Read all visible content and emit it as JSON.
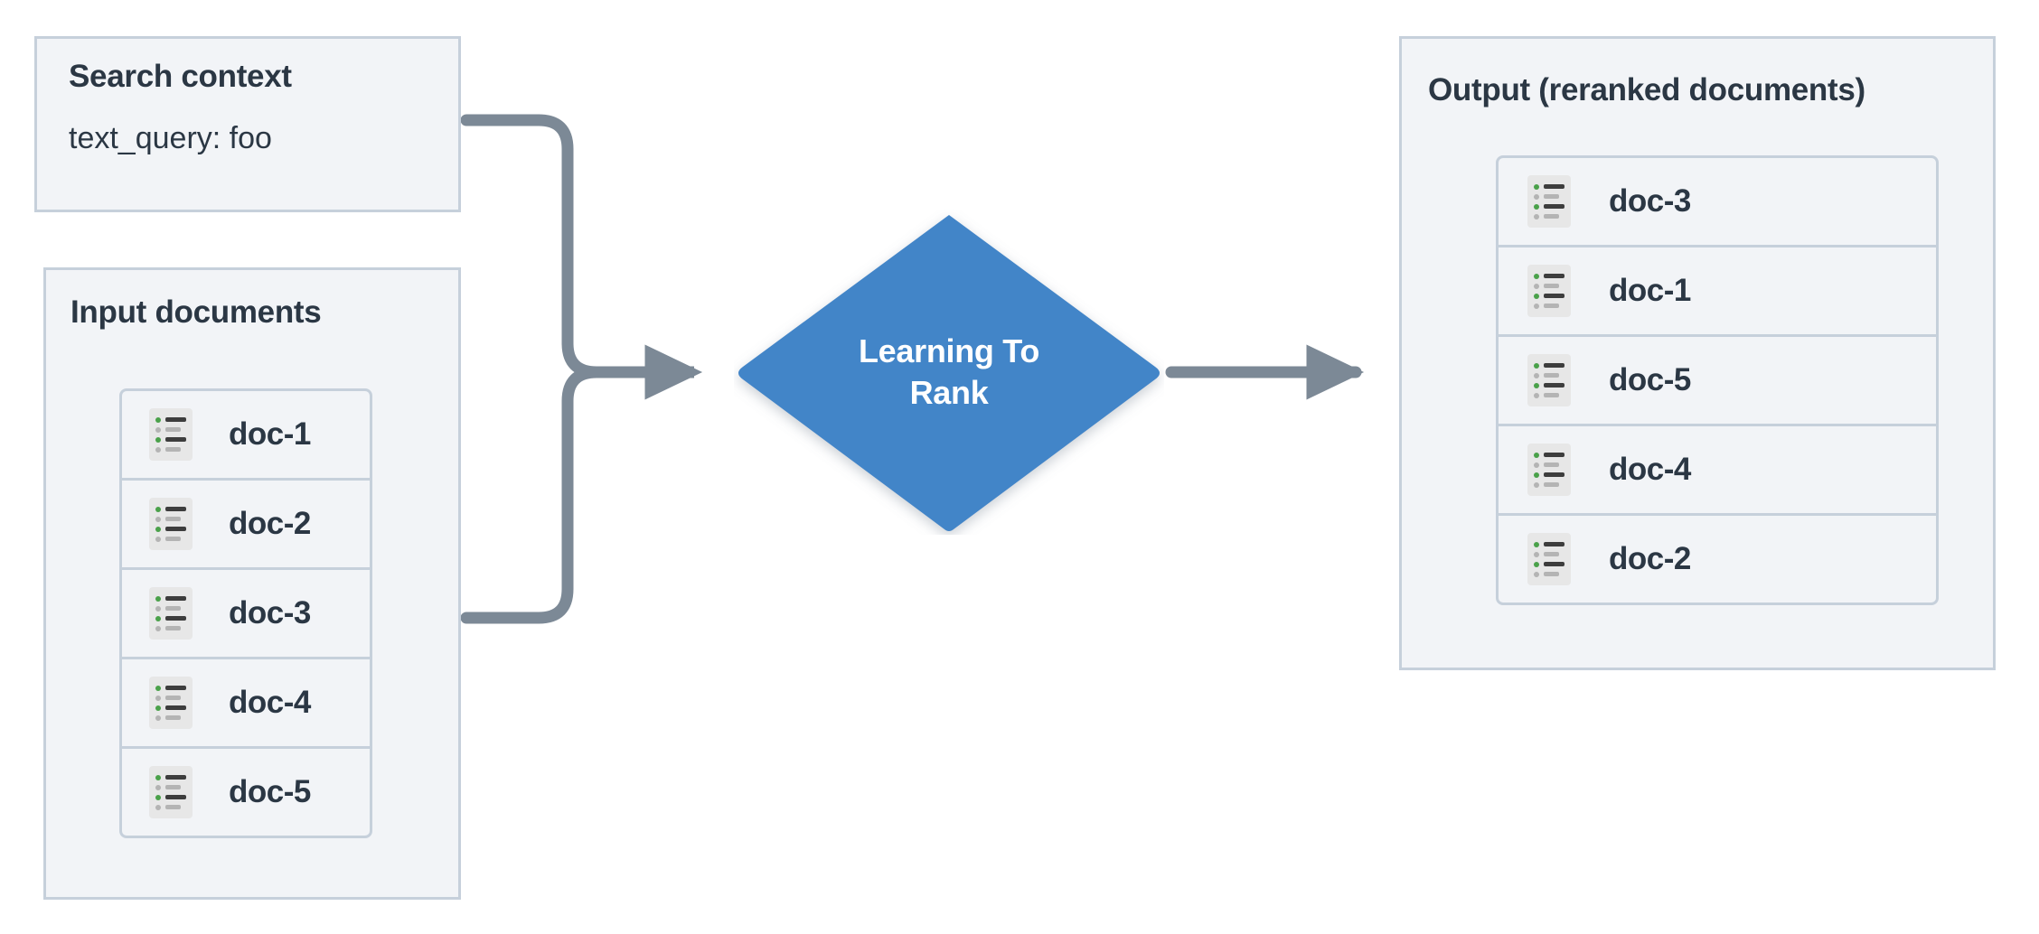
{
  "diagram": {
    "title": "Learning To Rank reranking flow",
    "background": "#ffffff",
    "colors": {
      "panel_fill": "#f2f4f7",
      "panel_border": "#c6d0db",
      "text": "#2b3744",
      "node_blue": "#4285c8",
      "edge_gray": "#7c8996",
      "icon_bg": "#e7e7e7",
      "icon_green": "#4aa14a",
      "icon_gray": "#b4b4b4",
      "icon_dark": "#3d3d3d"
    }
  },
  "search_context": {
    "title": "Search context",
    "query_label": "text_query: foo"
  },
  "input_documents": {
    "title": "Input documents",
    "docs": [
      {
        "label": "doc-1"
      },
      {
        "label": "doc-2"
      },
      {
        "label": "doc-3"
      },
      {
        "label": "doc-4"
      },
      {
        "label": "doc-5"
      }
    ]
  },
  "ltr_node": {
    "label": "Learning To Rank",
    "line1": "Learning To",
    "line2": "Rank",
    "shape": "diamond",
    "fill": "#4285c8"
  },
  "output": {
    "title": "Output (reranked documents)",
    "docs": [
      {
        "label": "doc-3"
      },
      {
        "label": "doc-1"
      },
      {
        "label": "doc-5"
      },
      {
        "label": "doc-4"
      },
      {
        "label": "doc-2"
      }
    ]
  },
  "edges": [
    {
      "from": "search-context",
      "to": "ltr-node",
      "style": "elbow-arrow"
    },
    {
      "from": "input-documents",
      "to": "ltr-node",
      "style": "elbow-arrow"
    },
    {
      "from": "ltr-node",
      "to": "output",
      "style": "straight-arrow"
    }
  ],
  "icon": {
    "name": "document-list-icon",
    "rows": [
      {
        "bullet": "green",
        "bar": "dark"
      },
      {
        "bullet": "gray",
        "bar": "light"
      },
      {
        "bullet": "green",
        "bar": "dark"
      },
      {
        "bullet": "gray",
        "bar": "light"
      }
    ]
  }
}
